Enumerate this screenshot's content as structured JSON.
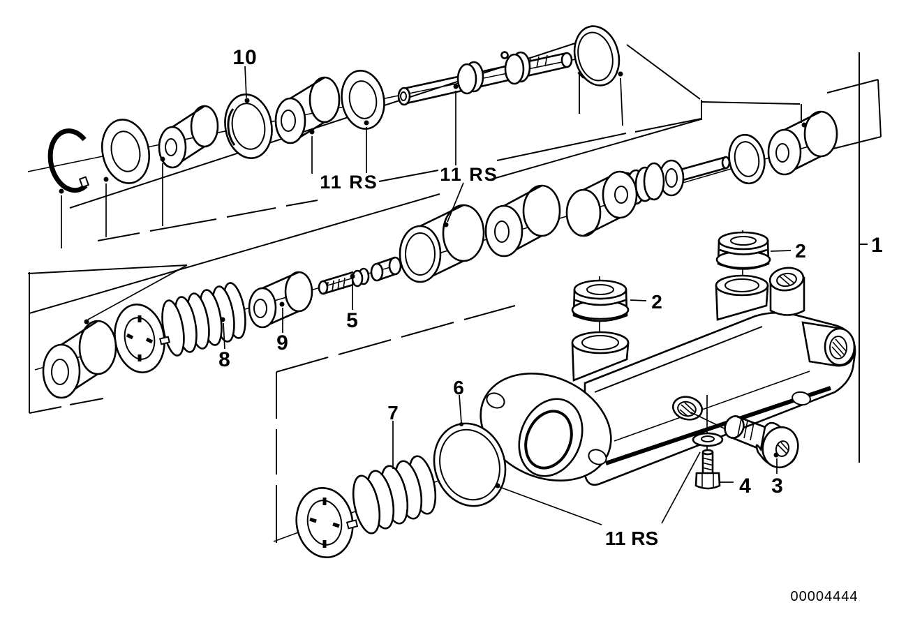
{
  "figure": {
    "kind": "exploded-parts-diagram",
    "subject": "master cylinder repair kit exploded view",
    "drawing_number": "00004444",
    "colors": {
      "background": "#ffffff",
      "ink": "#000000"
    }
  },
  "callouts": {
    "c1": "1",
    "c2a": "2",
    "c2b": "2",
    "c3": "3",
    "c4": "4",
    "c5": "5",
    "c6": "6",
    "c7": "7",
    "c8": "8",
    "c9": "9",
    "c10": "10",
    "rs_top_left": "11 RS",
    "rs_top_right": "11 RS",
    "rs_bottom": "11 RS"
  }
}
